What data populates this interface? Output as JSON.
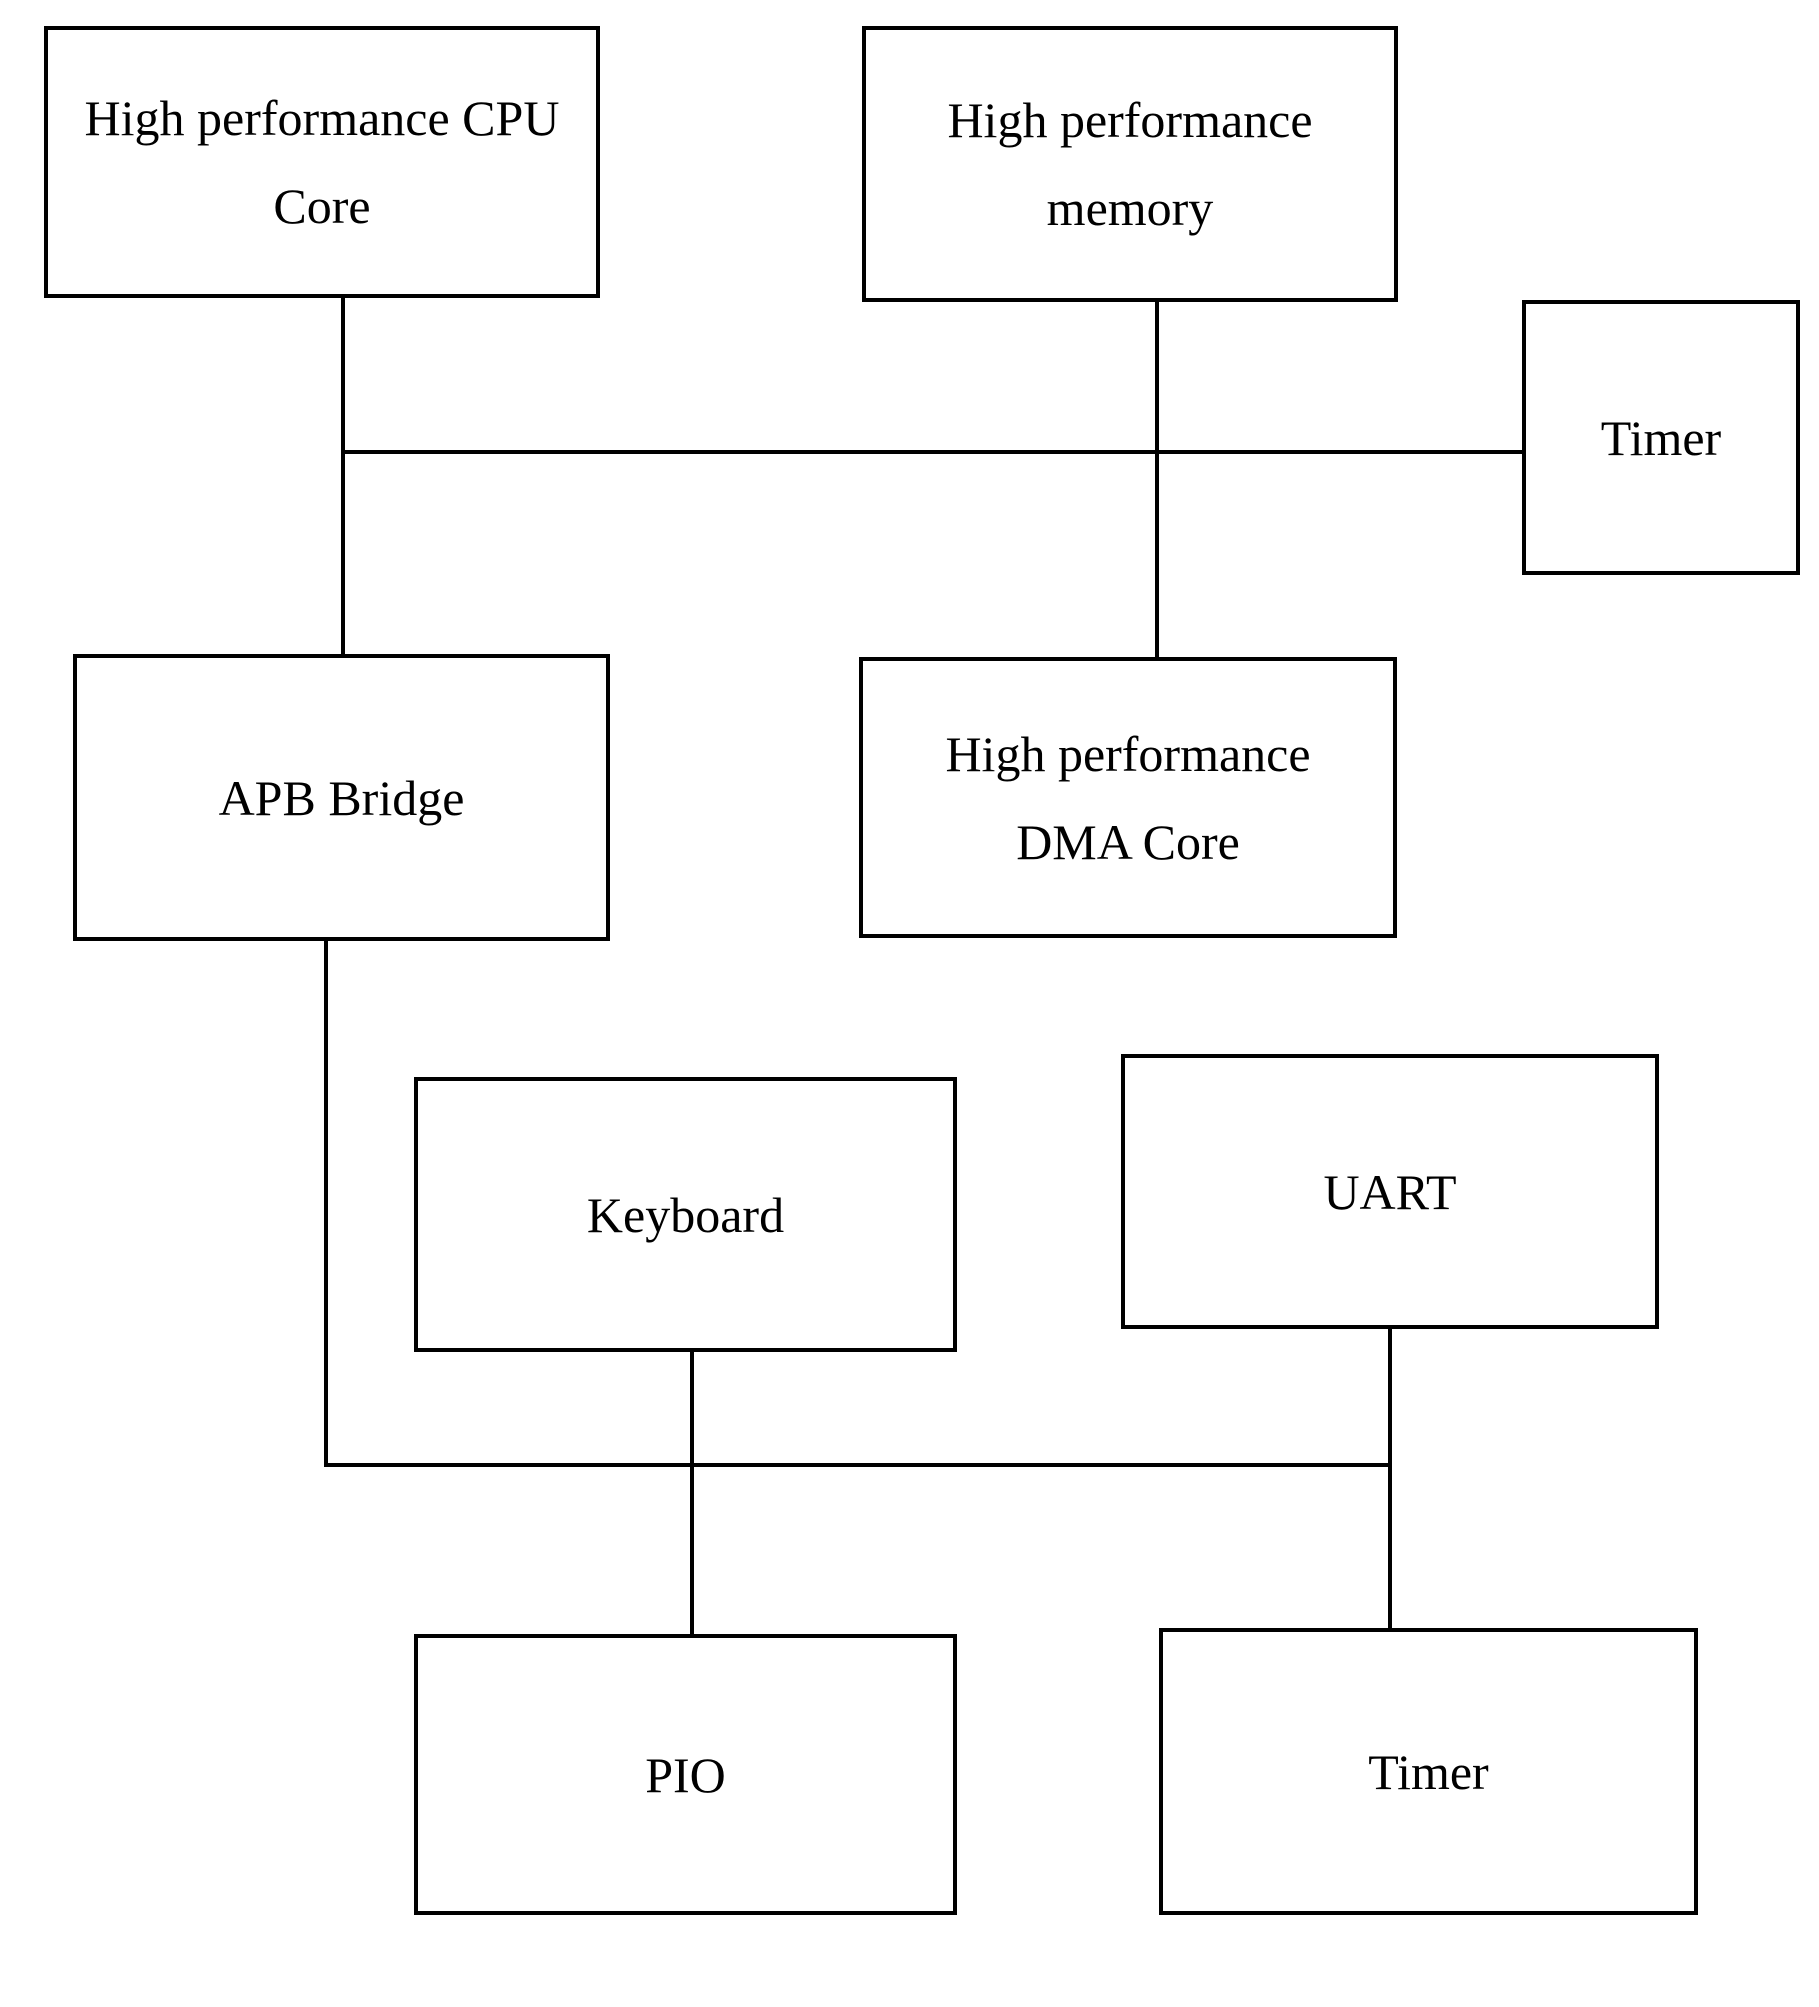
{
  "diagram": {
    "background_color": "#ffffff",
    "stroke_color": "#000000",
    "text_color": "#000000",
    "nodes": {
      "cpu": {
        "lines": [
          "High performance CPU",
          "Core"
        ]
      },
      "memory": {
        "lines": [
          "High performance",
          "memory"
        ]
      },
      "timer_top": {
        "lines": [
          "Timer"
        ]
      },
      "apb_bridge": {
        "lines": [
          "APB Bridge"
        ]
      },
      "dma": {
        "lines": [
          "High performance",
          "DMA Core"
        ]
      },
      "keyboard": {
        "lines": [
          "Keyboard"
        ]
      },
      "uart": {
        "lines": [
          "UART"
        ]
      },
      "pio": {
        "lines": [
          "PIO"
        ]
      },
      "timer_bottom": {
        "lines": [
          "Timer"
        ]
      }
    },
    "edges": [
      {
        "from": "cpu",
        "to": "apb_bridge",
        "via": "system-bus"
      },
      {
        "from": "memory",
        "to": "dma",
        "via": "system-bus"
      },
      {
        "from": "system-bus",
        "to": "timer_top",
        "via": null
      },
      {
        "from": "apb_bridge",
        "to": "peripheral-bus",
        "via": null
      },
      {
        "from": "keyboard",
        "to": "pio",
        "via": "peripheral-bus"
      },
      {
        "from": "uart",
        "to": "timer_bottom",
        "via": "peripheral-bus"
      }
    ]
  }
}
